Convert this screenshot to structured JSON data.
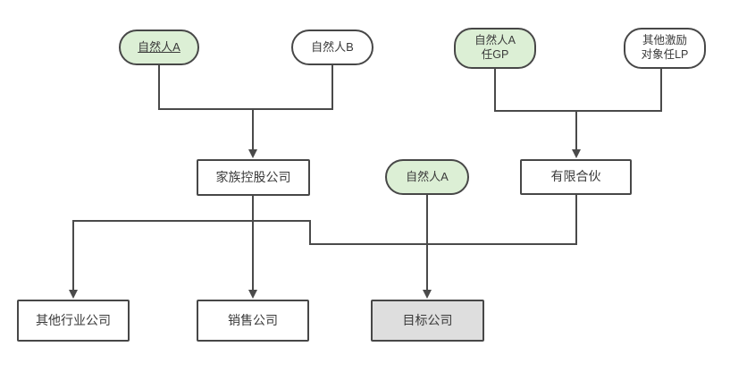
{
  "diagram": {
    "nodes": {
      "person_a_top": {
        "label": "自然人A",
        "underline": true,
        "shape": "pill",
        "fill": "green"
      },
      "person_b": {
        "label": "自然人B",
        "shape": "pill",
        "fill": "white"
      },
      "person_a_gp": {
        "line1": "自然人A",
        "line2": "任GP",
        "shape": "pill",
        "fill": "green"
      },
      "other_lp": {
        "line1": "其他激励",
        "line2": "对象任LP",
        "shape": "pill",
        "fill": "white"
      },
      "family_holding": {
        "label": "家族控股公司",
        "shape": "rect",
        "fill": "white"
      },
      "person_a_mid": {
        "label": "自然人A",
        "shape": "pill",
        "fill": "green"
      },
      "limited_partnership": {
        "label": "有限合伙",
        "shape": "rect",
        "fill": "white"
      },
      "other_industry": {
        "label": "其他行业公司",
        "shape": "rect",
        "fill": "white"
      },
      "sales_company": {
        "label": "销售公司",
        "shape": "rect",
        "fill": "white"
      },
      "target_company": {
        "label": "目标公司",
        "shape": "rect",
        "fill": "gray"
      }
    },
    "edges": [
      {
        "from": "自然人A",
        "to": "家族控股公司",
        "arrow": true
      },
      {
        "from": "自然人B",
        "to": "家族控股公司",
        "arrow": true
      },
      {
        "from": "自然人A任GP",
        "to": "有限合伙",
        "arrow": true
      },
      {
        "from": "其他激励对象任LP",
        "to": "有限合伙",
        "arrow": true
      },
      {
        "from": "家族控股公司",
        "to": "其他行业公司",
        "arrow": true
      },
      {
        "from": "家族控股公司",
        "to": "销售公司",
        "arrow": true
      },
      {
        "from": "家族控股公司",
        "to": "目标公司",
        "arrow": true
      },
      {
        "from": "自然人A",
        "to": "目标公司",
        "arrow": true
      },
      {
        "from": "有限合伙",
        "to": "目标公司",
        "arrow": true
      }
    ],
    "colors": {
      "green_fill": "#dcefd5",
      "gray_fill": "#dedede",
      "node_border": "#474747",
      "line": "#4a4a4a",
      "text": "#3a3a3a",
      "bg": "#ffffff"
    }
  }
}
